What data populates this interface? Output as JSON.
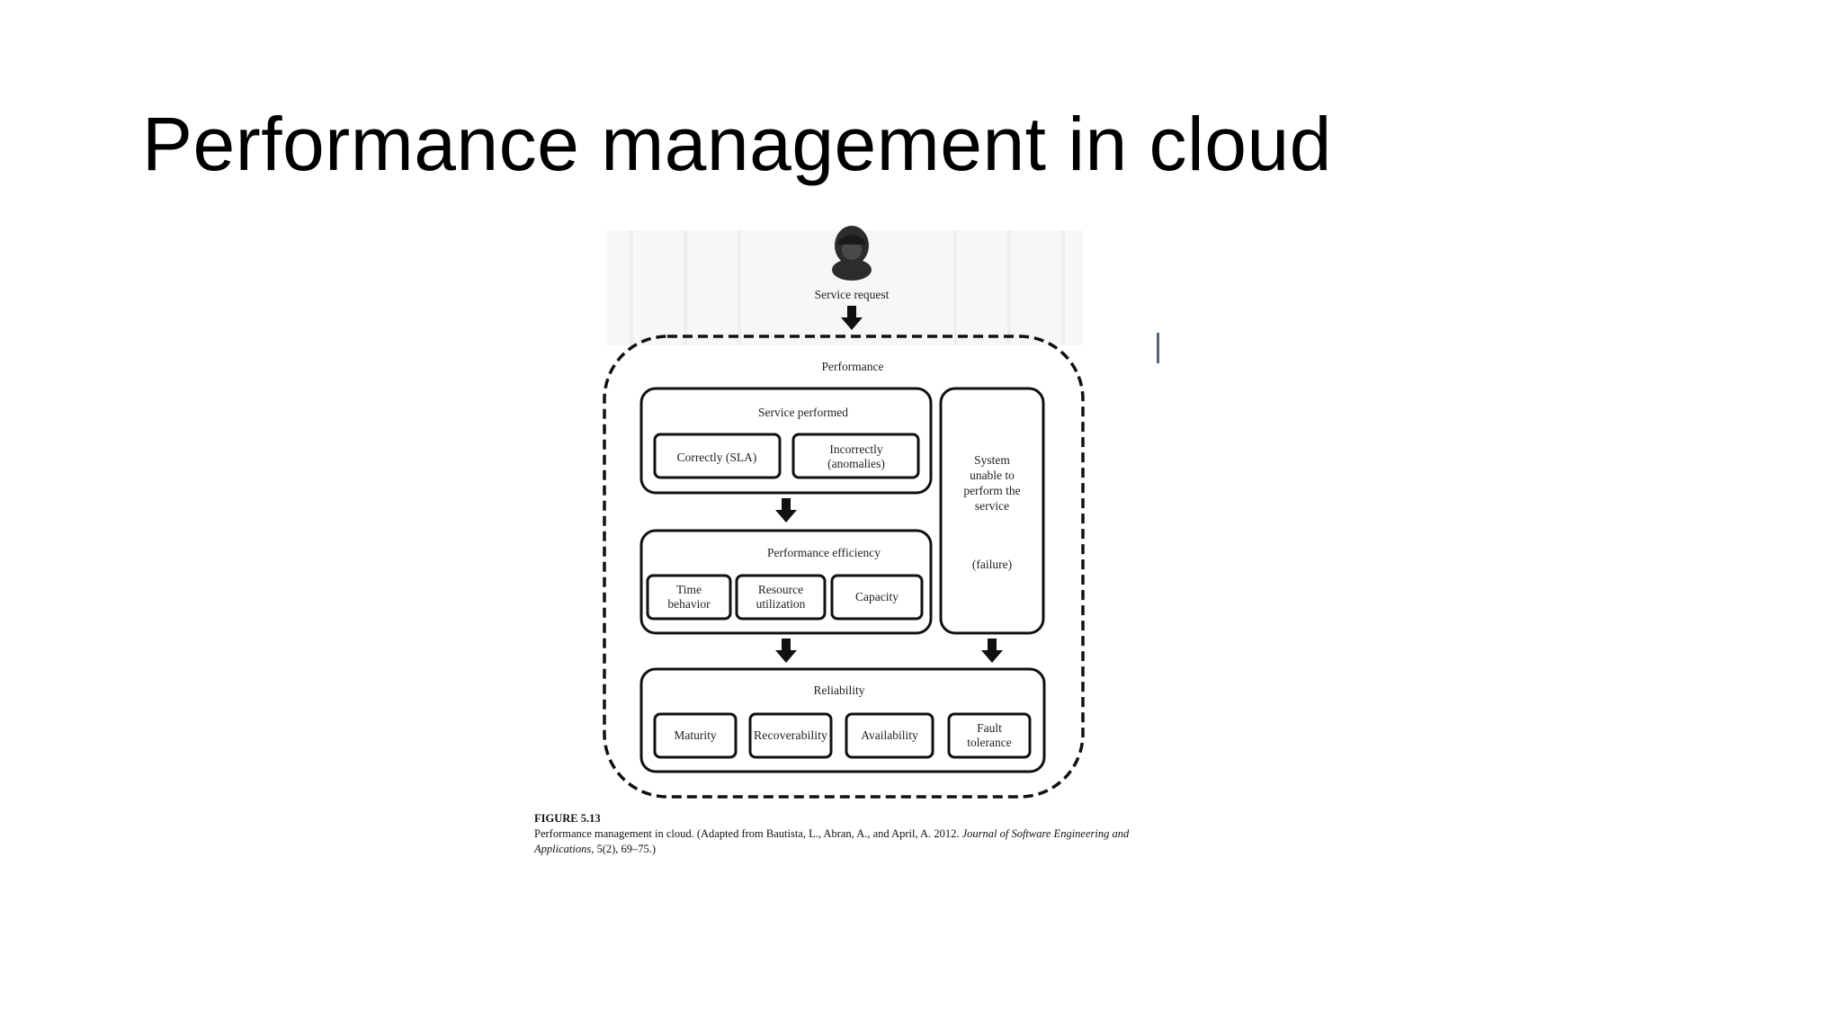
{
  "slide": {
    "title": "Performance management in cloud"
  },
  "diagram": {
    "user_icon": "person-icon",
    "service_request": "Service request",
    "performance": "Performance",
    "service_performed": {
      "title": "Service performed",
      "items": [
        "Correctly (SLA)",
        "Incorrectly",
        "(anomalies)"
      ]
    },
    "failure_box": {
      "lines": [
        "System",
        "unable to",
        "perform the",
        "service"
      ],
      "note": "(failure)"
    },
    "performance_efficiency": {
      "title": "Performance efficiency",
      "time": [
        "Time",
        "behavior"
      ],
      "resource": [
        "Resource",
        "utilization"
      ],
      "capacity": "Capacity"
    },
    "reliability": {
      "title": "Reliability",
      "maturity": "Maturity",
      "recoverability": "Recoverability",
      "availability": "Availability",
      "fault": [
        "Fault",
        "tolerance"
      ]
    }
  },
  "caption": {
    "label": "FIGURE 5.13",
    "text": "Performance management in cloud. (Adapted from Bautista, L., Abran, A., and April, A. 2012.",
    "journal": "Journal of Software Engineering and Applications,",
    "ref": "5(2), 69–75.)"
  },
  "colors": {
    "line": "#111111",
    "background": "#ffffff"
  }
}
